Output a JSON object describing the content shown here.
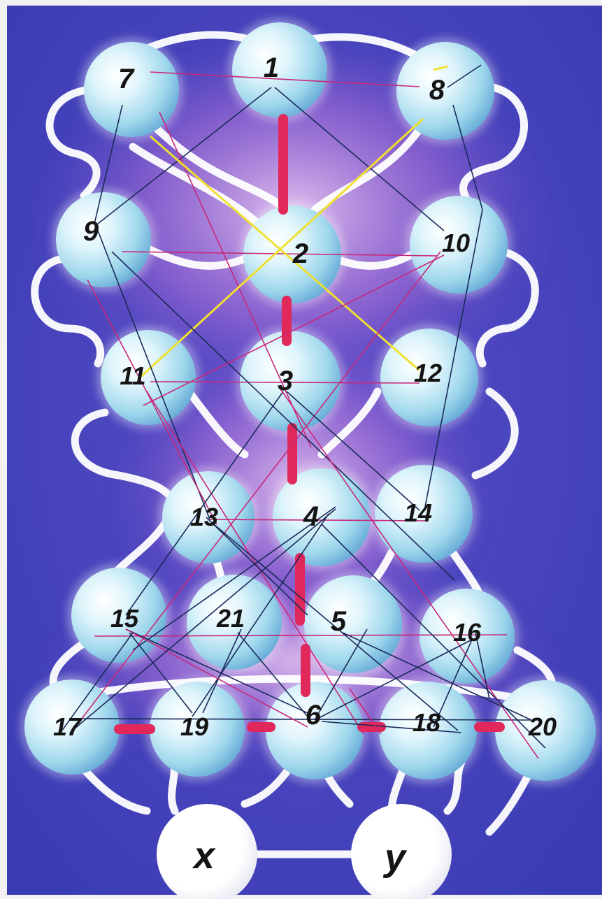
{
  "diagram": {
    "colors": {
      "background": "#3d3fb8",
      "frame": "#f2f2f4",
      "glow": "#cfa0e8",
      "sphere": "#bfe8f4",
      "tube": "#ffffff",
      "link_dark": "#1a2a5a",
      "link_magenta": "#c8287a",
      "link_yellow": "#f0e030",
      "axis_red": "#e0285a"
    },
    "nodes": [
      {
        "id": "1",
        "label": "1"
      },
      {
        "id": "2",
        "label": "2"
      },
      {
        "id": "3",
        "label": "3"
      },
      {
        "id": "4",
        "label": "4"
      },
      {
        "id": "5",
        "label": "5"
      },
      {
        "id": "6",
        "label": "6"
      },
      {
        "id": "7",
        "label": "7"
      },
      {
        "id": "8",
        "label": "8"
      },
      {
        "id": "9",
        "label": "9"
      },
      {
        "id": "10",
        "label": "10"
      },
      {
        "id": "11",
        "label": "11"
      },
      {
        "id": "12",
        "label": "12"
      },
      {
        "id": "13",
        "label": "13"
      },
      {
        "id": "14",
        "label": "14"
      },
      {
        "id": "15",
        "label": "15"
      },
      {
        "id": "16",
        "label": "16"
      },
      {
        "id": "17",
        "label": "17"
      },
      {
        "id": "18",
        "label": "18"
      },
      {
        "id": "19",
        "label": "19"
      },
      {
        "id": "20",
        "label": "20"
      },
      {
        "id": "21",
        "label": "21"
      }
    ],
    "roots": [
      {
        "id": "x",
        "label": "x"
      },
      {
        "id": "y",
        "label": "y"
      }
    ]
  }
}
